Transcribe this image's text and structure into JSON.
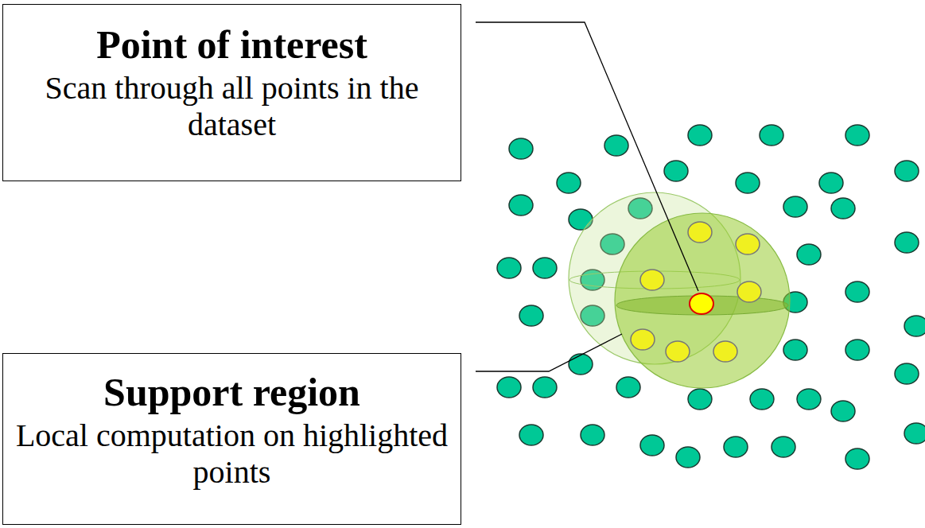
{
  "diagram": {
    "nodes": [
      {
        "text": [
          "Point of interest",
          "Scan through all points in the dataset"
        ]
      },
      {
        "text": [
          "Support region",
          "Local computation on highlighted points"
        ]
      }
    ]
  }
}
